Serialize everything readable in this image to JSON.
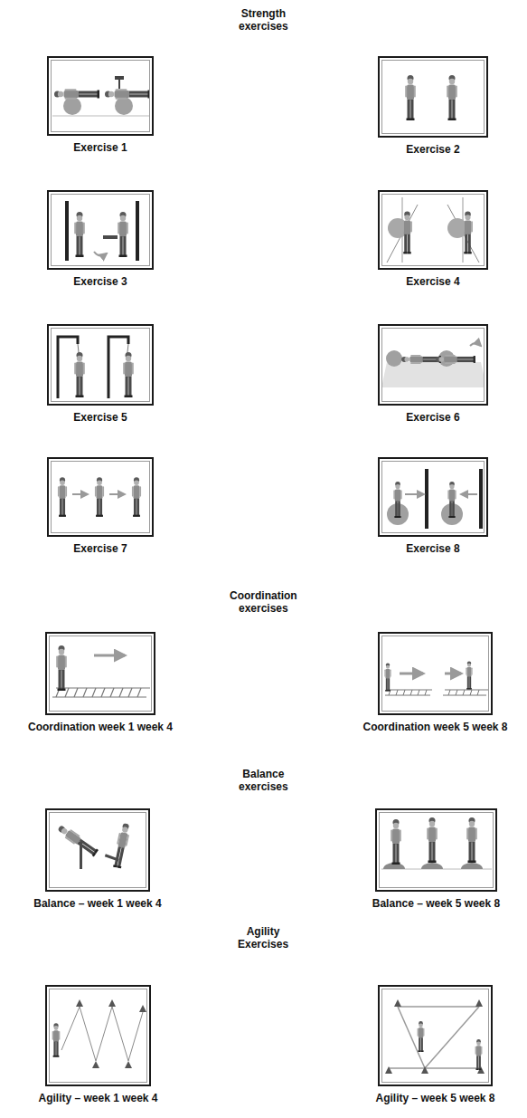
{
  "diagram": {
    "nodes": [
      {
        "text": [
          "Exercise 1"
        ]
      },
      {
        "text": [
          "Exercise 2"
        ]
      },
      {
        "text": [
          "Exercise 3"
        ]
      },
      {
        "text": [
          "Exercise 4"
        ]
      },
      {
        "text": [
          "Exercise 5"
        ]
      },
      {
        "text": [
          "Exercise 6"
        ]
      },
      {
        "text": [
          "Exercise 7"
        ]
      },
      {
        "text": [
          "Exercise 8"
        ]
      },
      {
        "text": [
          "Coordination week 1 week 4"
        ]
      },
      {
        "text": [
          "Coordination week 5 week 8"
        ]
      },
      {
        "text": [
          "Balance – week 1 week 4"
        ]
      },
      {
        "text": [
          "Balance – week 5 week 8"
        ]
      },
      {
        "text": [
          "Agility – week 1 week 4"
        ]
      },
      {
        "text": [
          "Agility – week 5 week 8"
        ]
      }
    ],
    "labels": [
      "Strength exercises",
      "Coordination exercises",
      "Balance exercises",
      "Agility Exercises"
    ]
  }
}
